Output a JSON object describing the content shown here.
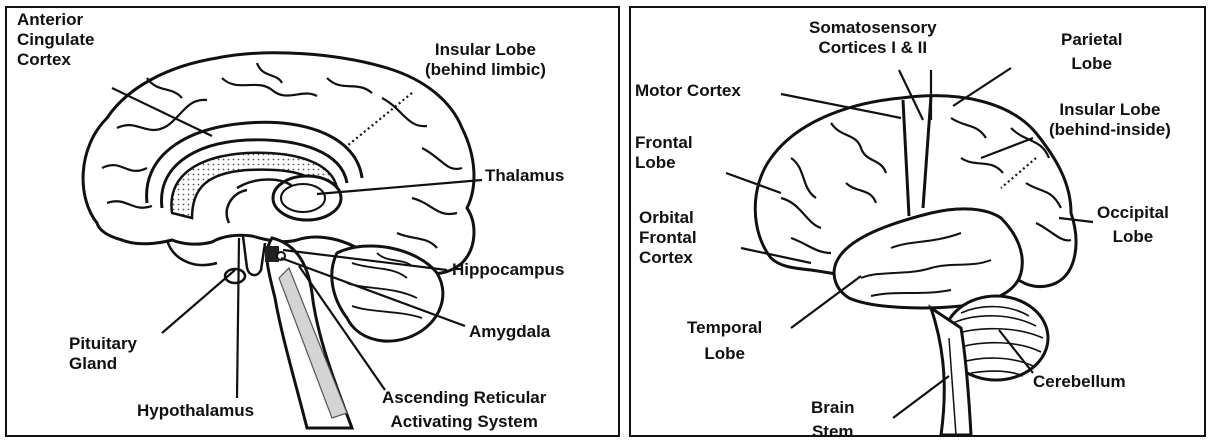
{
  "left_panel": {
    "labels": {
      "anterior_cingulate": [
        "Anterior",
        "Cingulate",
        "Cortex"
      ],
      "insular_lobe": [
        "Insular Lobe",
        "(behind limbic)"
      ],
      "thalamus": "Thalamus",
      "hippocampus": "Hippocampus",
      "amygdala": "Amygdala",
      "pituitary": [
        "Pituitary",
        "Gland"
      ],
      "hypothalamus": "Hypothalamus",
      "ascending_reticular": [
        "Ascending Reticular",
        "Activating System"
      ]
    }
  },
  "right_panel": {
    "labels": {
      "somatosensory": [
        "Somatosensory",
        "Cortices I & II"
      ],
      "parietal": [
        "Parietal",
        "Lobe"
      ],
      "motor_cortex": "Motor Cortex",
      "insular_lobe": [
        "Insular Lobe",
        "(behind-inside)"
      ],
      "frontal": [
        "Frontal",
        "Lobe"
      ],
      "occipital": [
        "Occipital",
        "Lobe"
      ],
      "orbital_frontal": [
        "Orbital",
        "Frontal",
        "Cortex"
      ],
      "temporal": [
        "Temporal",
        "Lobe"
      ],
      "cerebellum": "Cerebellum",
      "brain_stem": [
        "Brain",
        "Stem"
      ]
    }
  },
  "colors": {
    "line": "#111111",
    "background": "#ffffff",
    "stipple": "#bdbdbd",
    "brainstem_fill": "#d4d4d4"
  }
}
